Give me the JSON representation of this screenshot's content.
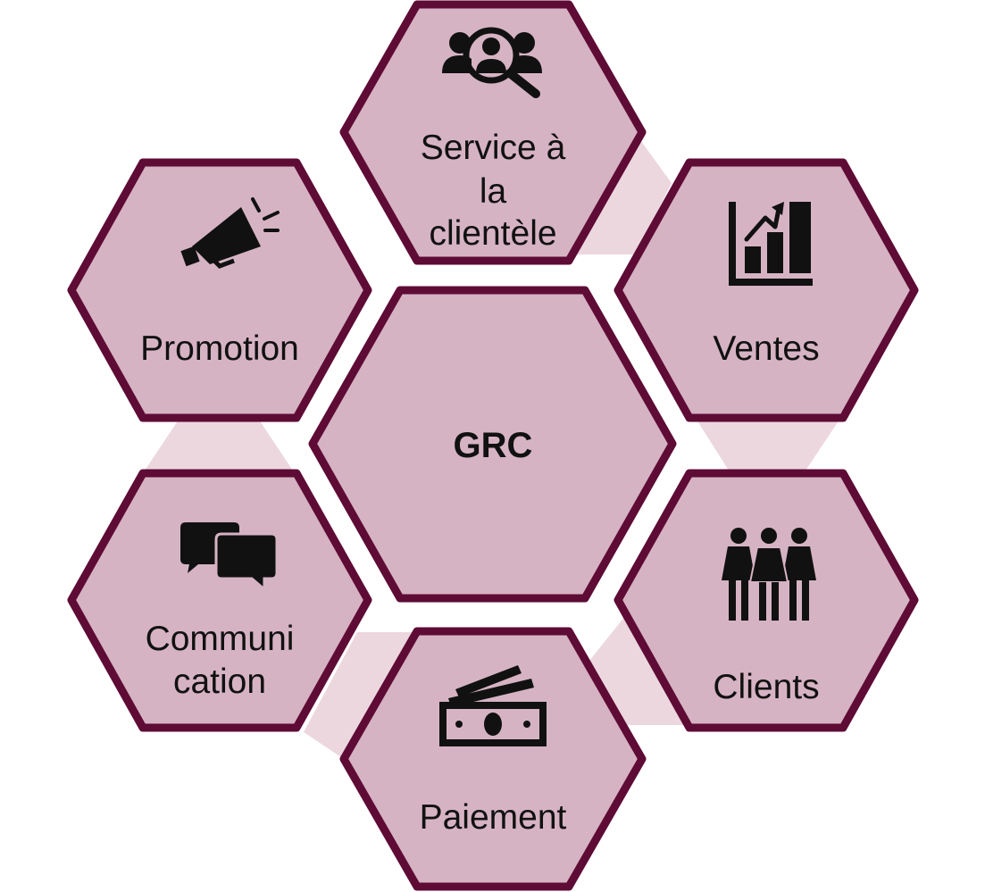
{
  "colors": {
    "hex_fill": "#d6b3c3",
    "hex_stroke": "#5e0b35",
    "connector": "#ecd7df",
    "icon": "#111111",
    "text": "#111111"
  },
  "center": {
    "label": "GRC"
  },
  "nodes": [
    {
      "id": "service",
      "lines": [
        "Service à",
        "la",
        "clientèle"
      ],
      "icon": "customer-search-icon"
    },
    {
      "id": "ventes",
      "lines": [
        "Ventes"
      ],
      "icon": "bar-chart-growth-icon"
    },
    {
      "id": "clients",
      "lines": [
        "Clients"
      ],
      "icon": "people-group-icon"
    },
    {
      "id": "paiement",
      "lines": [
        "Paiement"
      ],
      "icon": "banknotes-icon"
    },
    {
      "id": "communication",
      "lines": [
        "Communi",
        "cation"
      ],
      "icon": "speech-bubbles-icon"
    },
    {
      "id": "promotion",
      "lines": [
        "Promotion"
      ],
      "icon": "megaphone-icon"
    }
  ]
}
